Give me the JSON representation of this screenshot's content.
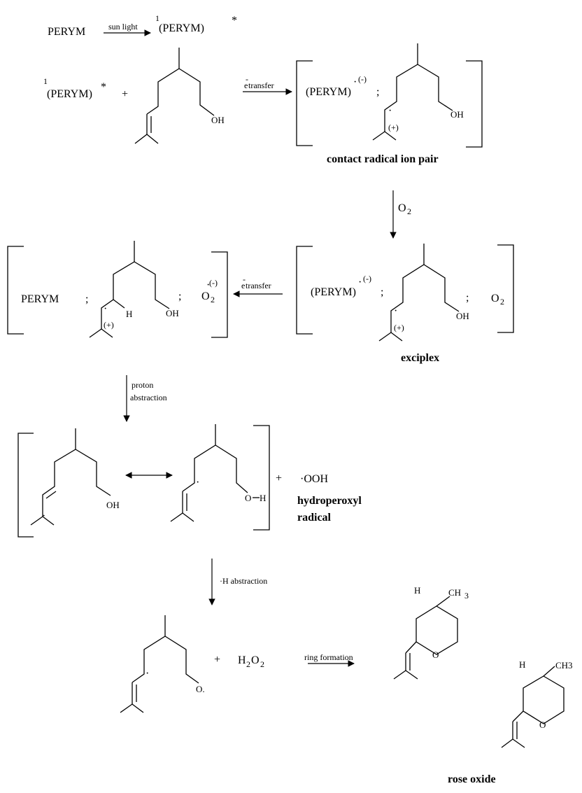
{
  "labels": {
    "perym": "PERYM",
    "sun_light": "sun light",
    "one": "1",
    "star": "*",
    "perym_paren": "(PERYM)",
    "plus": "+",
    "oh": "OH",
    "e": "e",
    "minus": "-",
    "transfer": " transfer",
    "radical_dot": "·",
    "anion": "(-)",
    "cation": "(+)",
    "semicolon": ";",
    "h": "H",
    "o_letter": "O",
    "two": "2",
    "o_h": "O",
    "dash_h": "H",
    "contact_radical_ion_pair": "contact radical ion pair",
    "exciplex": "exciplex",
    "proton": "proton",
    "abstraction": "abstraction",
    "ooh": "·OOH",
    "hydroperoxyl": "hydroperoxyl",
    "radical": "radical",
    "h_abstraction": "·H abstraction",
    "o_dot": "O.",
    "ring_formation": "ring formation",
    "ch3": "CH3",
    "ch": "CH",
    "three": "3",
    "rose_oxide": "rose oxide"
  }
}
